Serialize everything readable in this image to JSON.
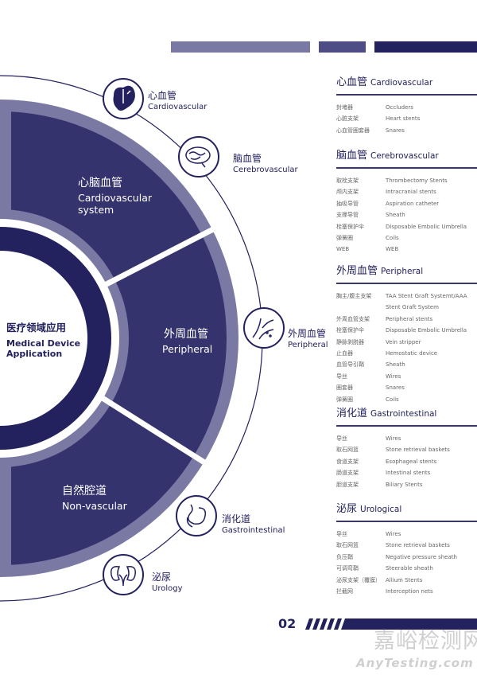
{
  "colors": {
    "dark": "#23215e",
    "mid": "#35336e",
    "light": "#7a79a3",
    "bar2": "#4f4d85"
  },
  "center": {
    "cn": "医疗领域应用",
    "en1": "Medical Device",
    "en2": "Application"
  },
  "segments": [
    {
      "cn": "心脑血管",
      "en1": "Cardiovascular",
      "en2": "system"
    },
    {
      "cn": "外周血管",
      "en1": "Peripheral"
    },
    {
      "cn": "自然腔道",
      "en1": "Non-vascular"
    }
  ],
  "icons": [
    {
      "icon": "heart-icon",
      "cn": "心血管",
      "en": "Cardiovascular"
    },
    {
      "icon": "brain-icon",
      "cn": "脑血管",
      "en": "Cerebrovascular"
    },
    {
      "icon": "vessel-icon",
      "cn": "外周血管",
      "en": "Peripheral"
    },
    {
      "icon": "stomach-icon",
      "cn": "消化道",
      "en": "Gastrointestinal"
    },
    {
      "icon": "kidney-icon",
      "cn": "泌尿",
      "en": "Urology"
    }
  ],
  "sections": [
    {
      "cn": "心血管",
      "en": "Cardiovascular",
      "items": [
        [
          "封堵器",
          "Occluders"
        ],
        [
          "心脏支架",
          "Heart stents"
        ],
        [
          "心血管圈套器",
          "Snares"
        ]
      ]
    },
    {
      "cn": "脑血管",
      "en": "Cerebrovascular",
      "items": [
        [
          "取栓支架",
          "Thrombectomy Stents"
        ],
        [
          "颅内支架",
          "Intracranial stents"
        ],
        [
          "抽吸导管",
          "Aspiration catheter"
        ],
        [
          "支撑导管",
          "Sheath"
        ],
        [
          "栓塞保护伞",
          "Disposable Embolic Umbrella"
        ],
        [
          "弹簧圈",
          "Coils"
        ],
        [
          "WEB",
          "WEB"
        ]
      ]
    },
    {
      "cn": "外周血管",
      "en": "Peripheral",
      "items": [
        [
          "胸主/腹主支架",
          "TAA Stent Graft Systemt/AAA"
        ],
        [
          "",
          "Stent Graft System"
        ],
        [
          "外周血管支架",
          "Peripheral stents"
        ],
        [
          "栓塞保护伞",
          "Disposable Embolic Umbrella"
        ],
        [
          "静脉剥脱器",
          "Vein stripper"
        ],
        [
          "止血器",
          "Hemostatic device"
        ],
        [
          "血管导引鞘",
          "Sheath"
        ],
        [
          "导丝",
          "Wires"
        ],
        [
          "圈套器",
          "Snares"
        ],
        [
          "弹簧圈",
          "Coils"
        ]
      ]
    },
    {
      "cn": "消化道",
      "en": "Gastrointestinal",
      "items": [
        [
          "导丝",
          "Wires"
        ],
        [
          "取石网篮",
          "Stone retrieval baskets"
        ],
        [
          "食道支架",
          "Esophageal stents"
        ],
        [
          "肠道支架",
          "Intestinal stents"
        ],
        [
          "胆道支架",
          "Biliary Stents"
        ]
      ]
    },
    {
      "cn": "泌尿",
      "en": "Urological",
      "items": [
        [
          "导丝",
          "Wires"
        ],
        [
          "取石网篮",
          "Stone retrieval baskets"
        ],
        [
          "负压鞘",
          "Negative pressure sheath"
        ],
        [
          "可调弯鞘",
          "Steerable sheath"
        ],
        [
          "泌尿支架（覆膜）",
          "Allium Stents"
        ],
        [
          "拦截网",
          "Interception nets"
        ]
      ]
    }
  ],
  "page_number": "02",
  "watermark": {
    "cn": "嘉峪检测网",
    "en": "AnyTesting.com"
  }
}
